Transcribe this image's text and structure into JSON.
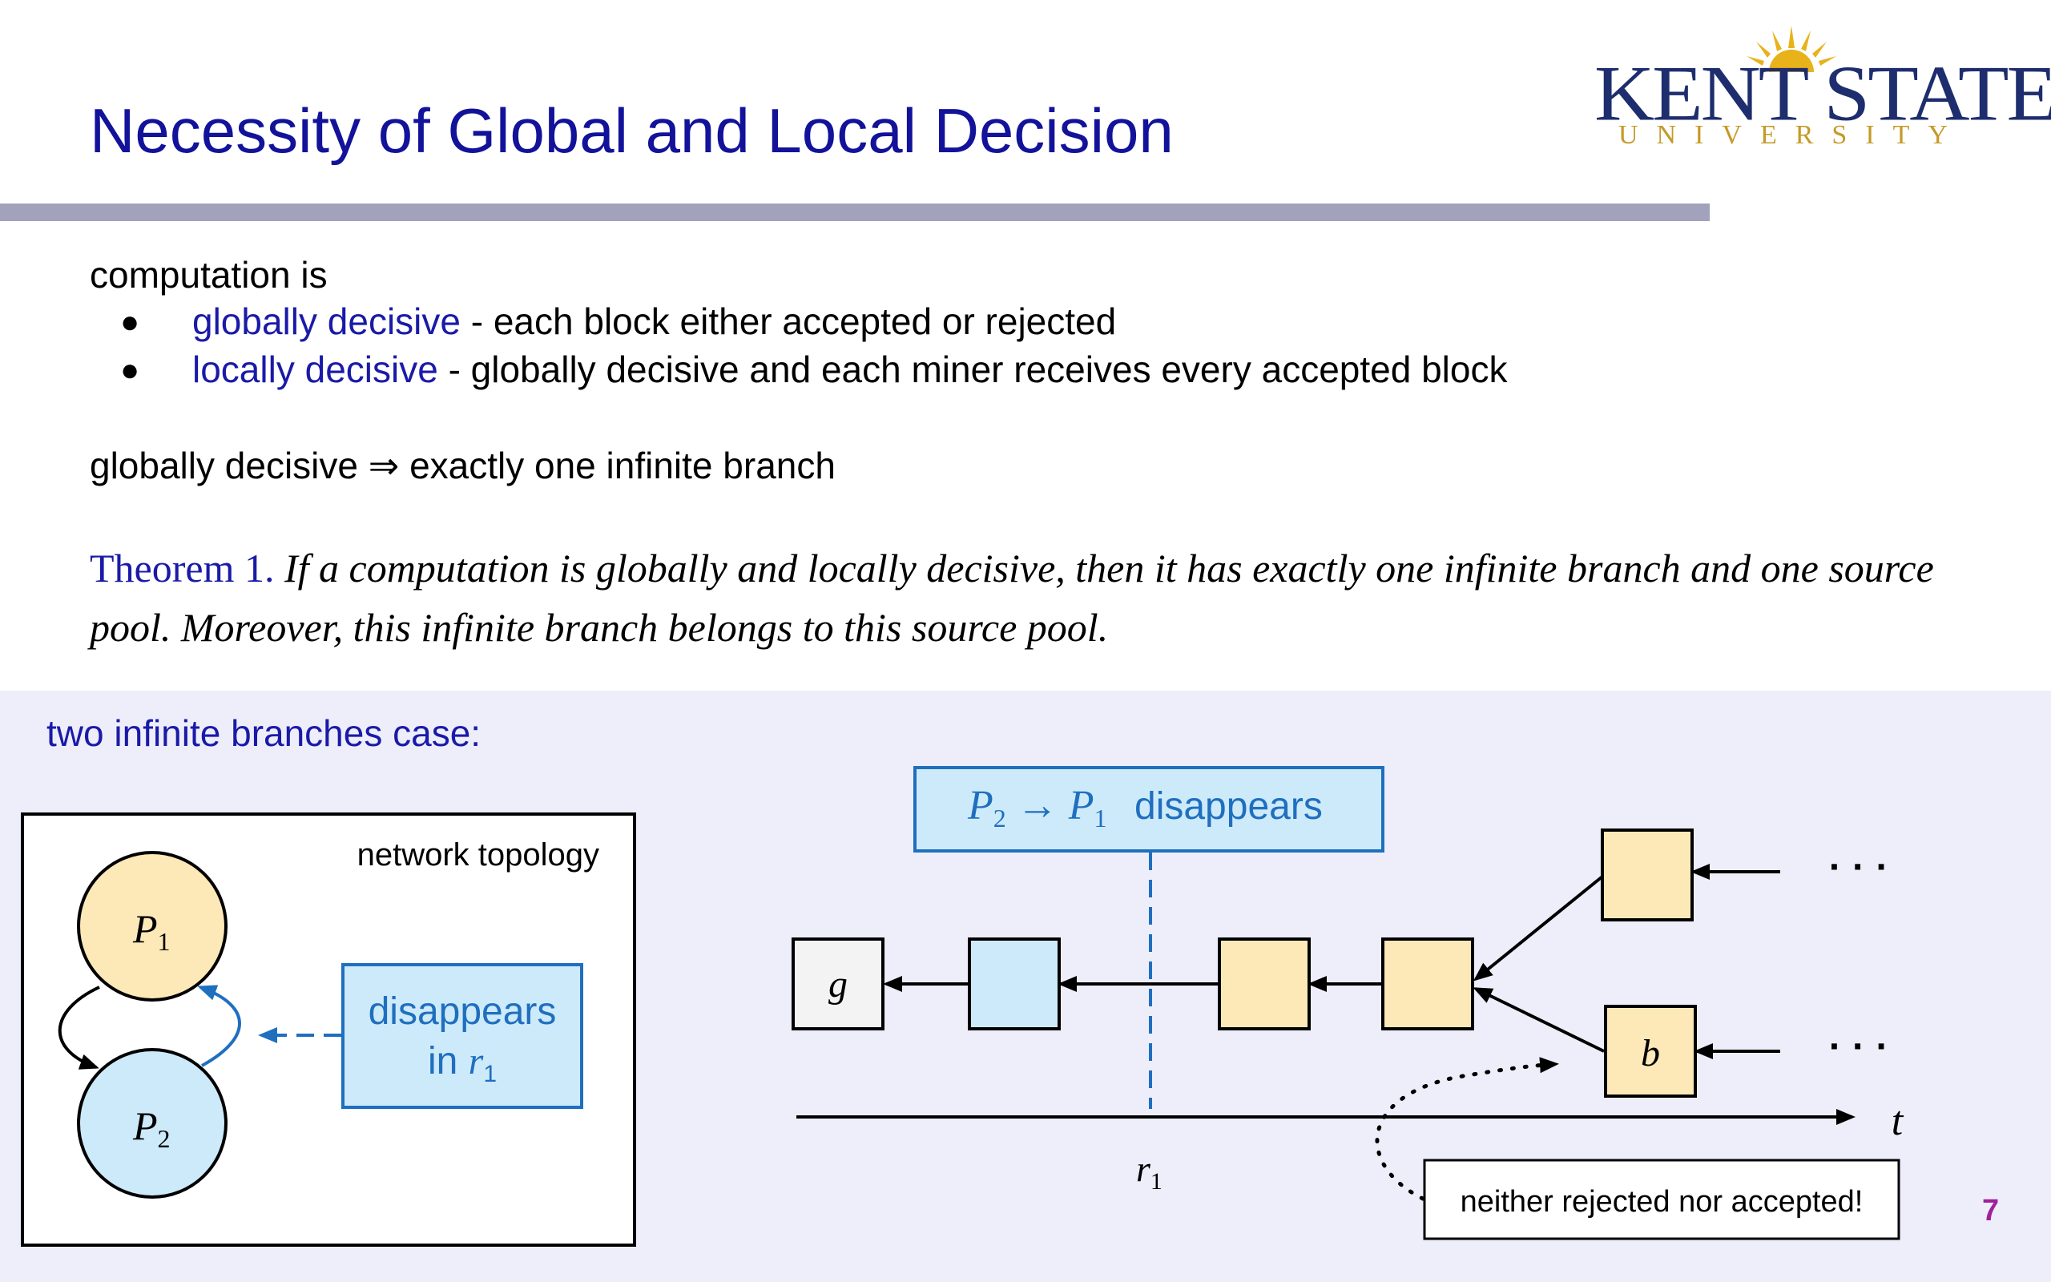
{
  "title": "Necessity of Global and Local Decision",
  "logo": {
    "name": "KENT STATE",
    "sub": "UNIVERSITY"
  },
  "intro": "computation is",
  "bullets": [
    {
      "term": "globally decisive",
      "rest": " - each block either accepted or rejected"
    },
    {
      "term": "locally decisive",
      "rest": " - globally decisive and each miner receives every accepted block"
    }
  ],
  "bullet_char": "●",
  "implication": "globally decisive ⇒ exactly one infinite branch",
  "theorem": {
    "label": "Theorem 1.",
    "body": " If a computation is globally and locally decisive, then it has exactly one infinite branch and one source pool. Moreover, this infinite branch belongs to this source pool."
  },
  "panel_title": "two infinite branches case:",
  "topology": {
    "caption": "network topology",
    "p1_label": "P",
    "p1_sub": "1",
    "p2_label": "P",
    "p2_sub": "2",
    "note_line1": "disappears",
    "note_line2_prefix": "in ",
    "note_var": "r",
    "note_sub": "1"
  },
  "chain": {
    "event_p2": "P",
    "event_p2_sub": "2",
    "event_arrow": " → ",
    "event_p1": "P",
    "event_p1_sub": "1",
    "event_text": "disappears",
    "genesis_label": "g",
    "block_b_label": "b",
    "axis_label": "t",
    "round_label": "r",
    "round_sub": "1",
    "ellipsis": "· · ·",
    "callout": "neither rejected nor accepted!"
  },
  "page_number": "7",
  "colors": {
    "title": "#12129a",
    "accent": "#1a1aa8",
    "orange_block": "#fde9b8",
    "blue_block": "#cdeafa",
    "genesis_block": "#f3f3f3",
    "highlight_blue": "#1f6fbf",
    "panel_bg": "#eeeefb",
    "page_number": "#a0209c"
  }
}
